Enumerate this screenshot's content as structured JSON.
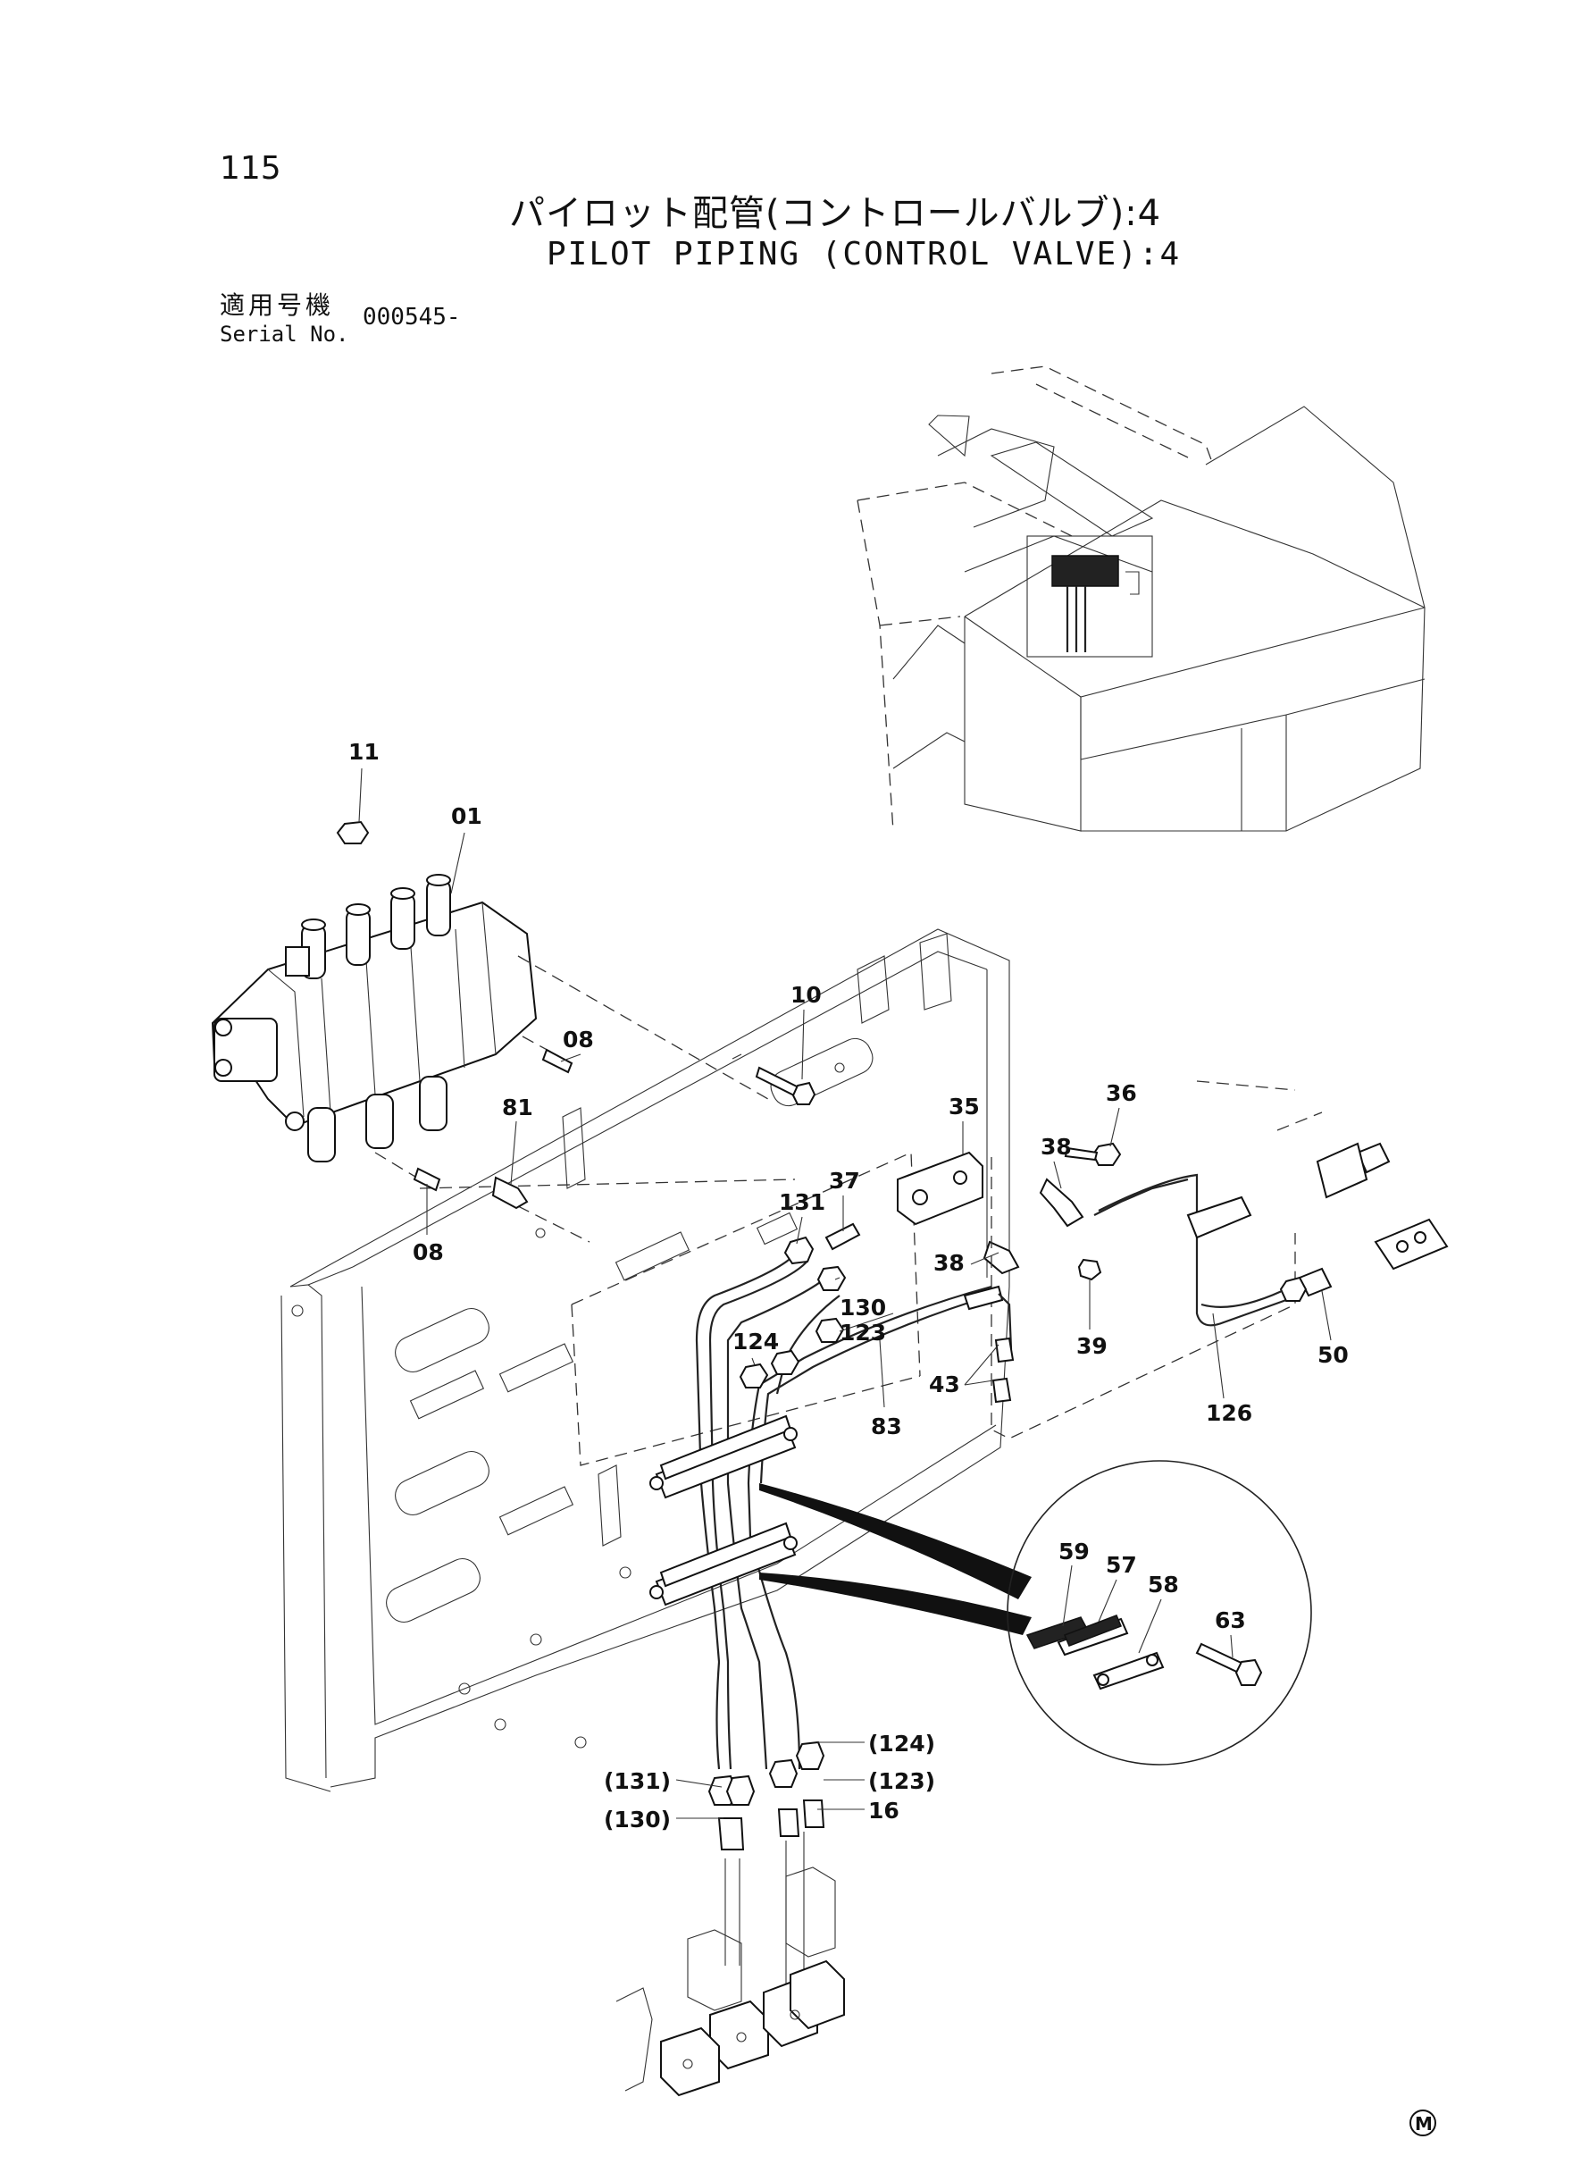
{
  "header": {
    "page_number": "115",
    "title_jp": "パイロット配管(コントロールバルブ):4",
    "title_en": "PILOT PIPING (CONTROL VALVE):4",
    "serial_label_jp": "適用号機",
    "serial_label_en": "Serial No.",
    "serial_value": "000545-"
  },
  "callouts": [
    {
      "id": "c11",
      "text": "11"
    },
    {
      "id": "c01",
      "text": "01"
    },
    {
      "id": "c10",
      "text": "10"
    },
    {
      "id": "c08a",
      "text": "08"
    },
    {
      "id": "c81",
      "text": "81"
    },
    {
      "id": "c08b",
      "text": "08"
    },
    {
      "id": "c35",
      "text": "35"
    },
    {
      "id": "c36",
      "text": "36"
    },
    {
      "id": "c37",
      "text": "37"
    },
    {
      "id": "c131",
      "text": "131"
    },
    {
      "id": "c38a",
      "text": "38"
    },
    {
      "id": "c38b",
      "text": "38"
    },
    {
      "id": "c39",
      "text": "39"
    },
    {
      "id": "c130",
      "text": "130"
    },
    {
      "id": "c123",
      "text": "123"
    },
    {
      "id": "c124",
      "text": "124"
    },
    {
      "id": "c43",
      "text": "43"
    },
    {
      "id": "c83",
      "text": "83"
    },
    {
      "id": "c50",
      "text": "50"
    },
    {
      "id": "c126",
      "text": "126"
    },
    {
      "id": "c59",
      "text": "59"
    },
    {
      "id": "c57",
      "text": "57"
    },
    {
      "id": "c58",
      "text": "58"
    },
    {
      "id": "c63",
      "text": "63"
    },
    {
      "id": "c124p",
      "text": "(124)"
    },
    {
      "id": "c131p",
      "text": "(131)"
    },
    {
      "id": "c123p",
      "text": "(123)"
    },
    {
      "id": "c130p",
      "text": "(130)"
    },
    {
      "id": "c16",
      "text": "16"
    }
  ],
  "footer": {
    "mark": "M"
  }
}
